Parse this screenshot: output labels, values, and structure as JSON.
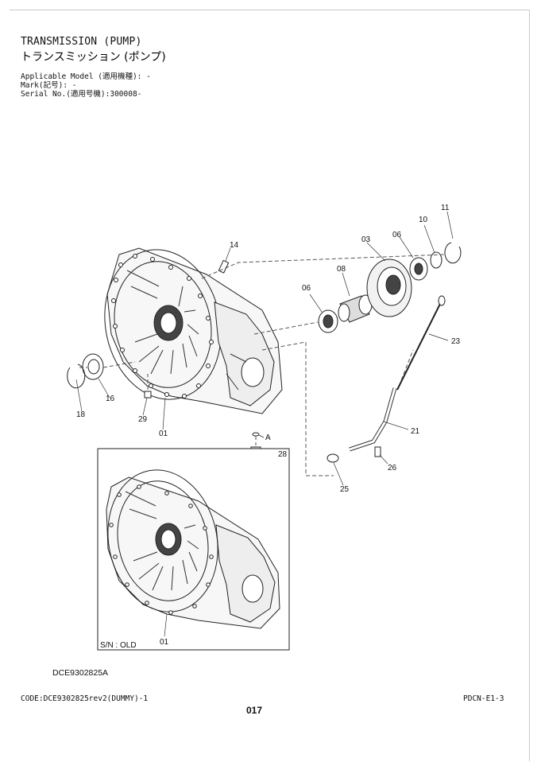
{
  "title_en": "TRANSMISSION (PUMP)",
  "title_jp": "トランスミッション (ポンプ)",
  "meta": [
    "Applicable Model (適用機種): -",
    "Mark(記号): -",
    "Serial No.(適用号機):300008-"
  ],
  "callouts": {
    "c14": "14",
    "c03": "03",
    "c06a": "06",
    "c10": "10",
    "c11": "11",
    "c08": "08",
    "c06b": "06",
    "c23": "23",
    "c16": "16",
    "c18": "18",
    "c29": "29",
    "c01a": "01",
    "cA": "A",
    "c28": "28",
    "c21": "21",
    "c26": "26",
    "c25": "25",
    "c01b": "01"
  },
  "inset_label": "S/N : OLD",
  "drawing_code": "DCE9302825A",
  "footer": {
    "code": "CODE:DCE9302825rev2(DUMMY)-1",
    "page_number": "017",
    "section": "PDCN-E1-3"
  }
}
